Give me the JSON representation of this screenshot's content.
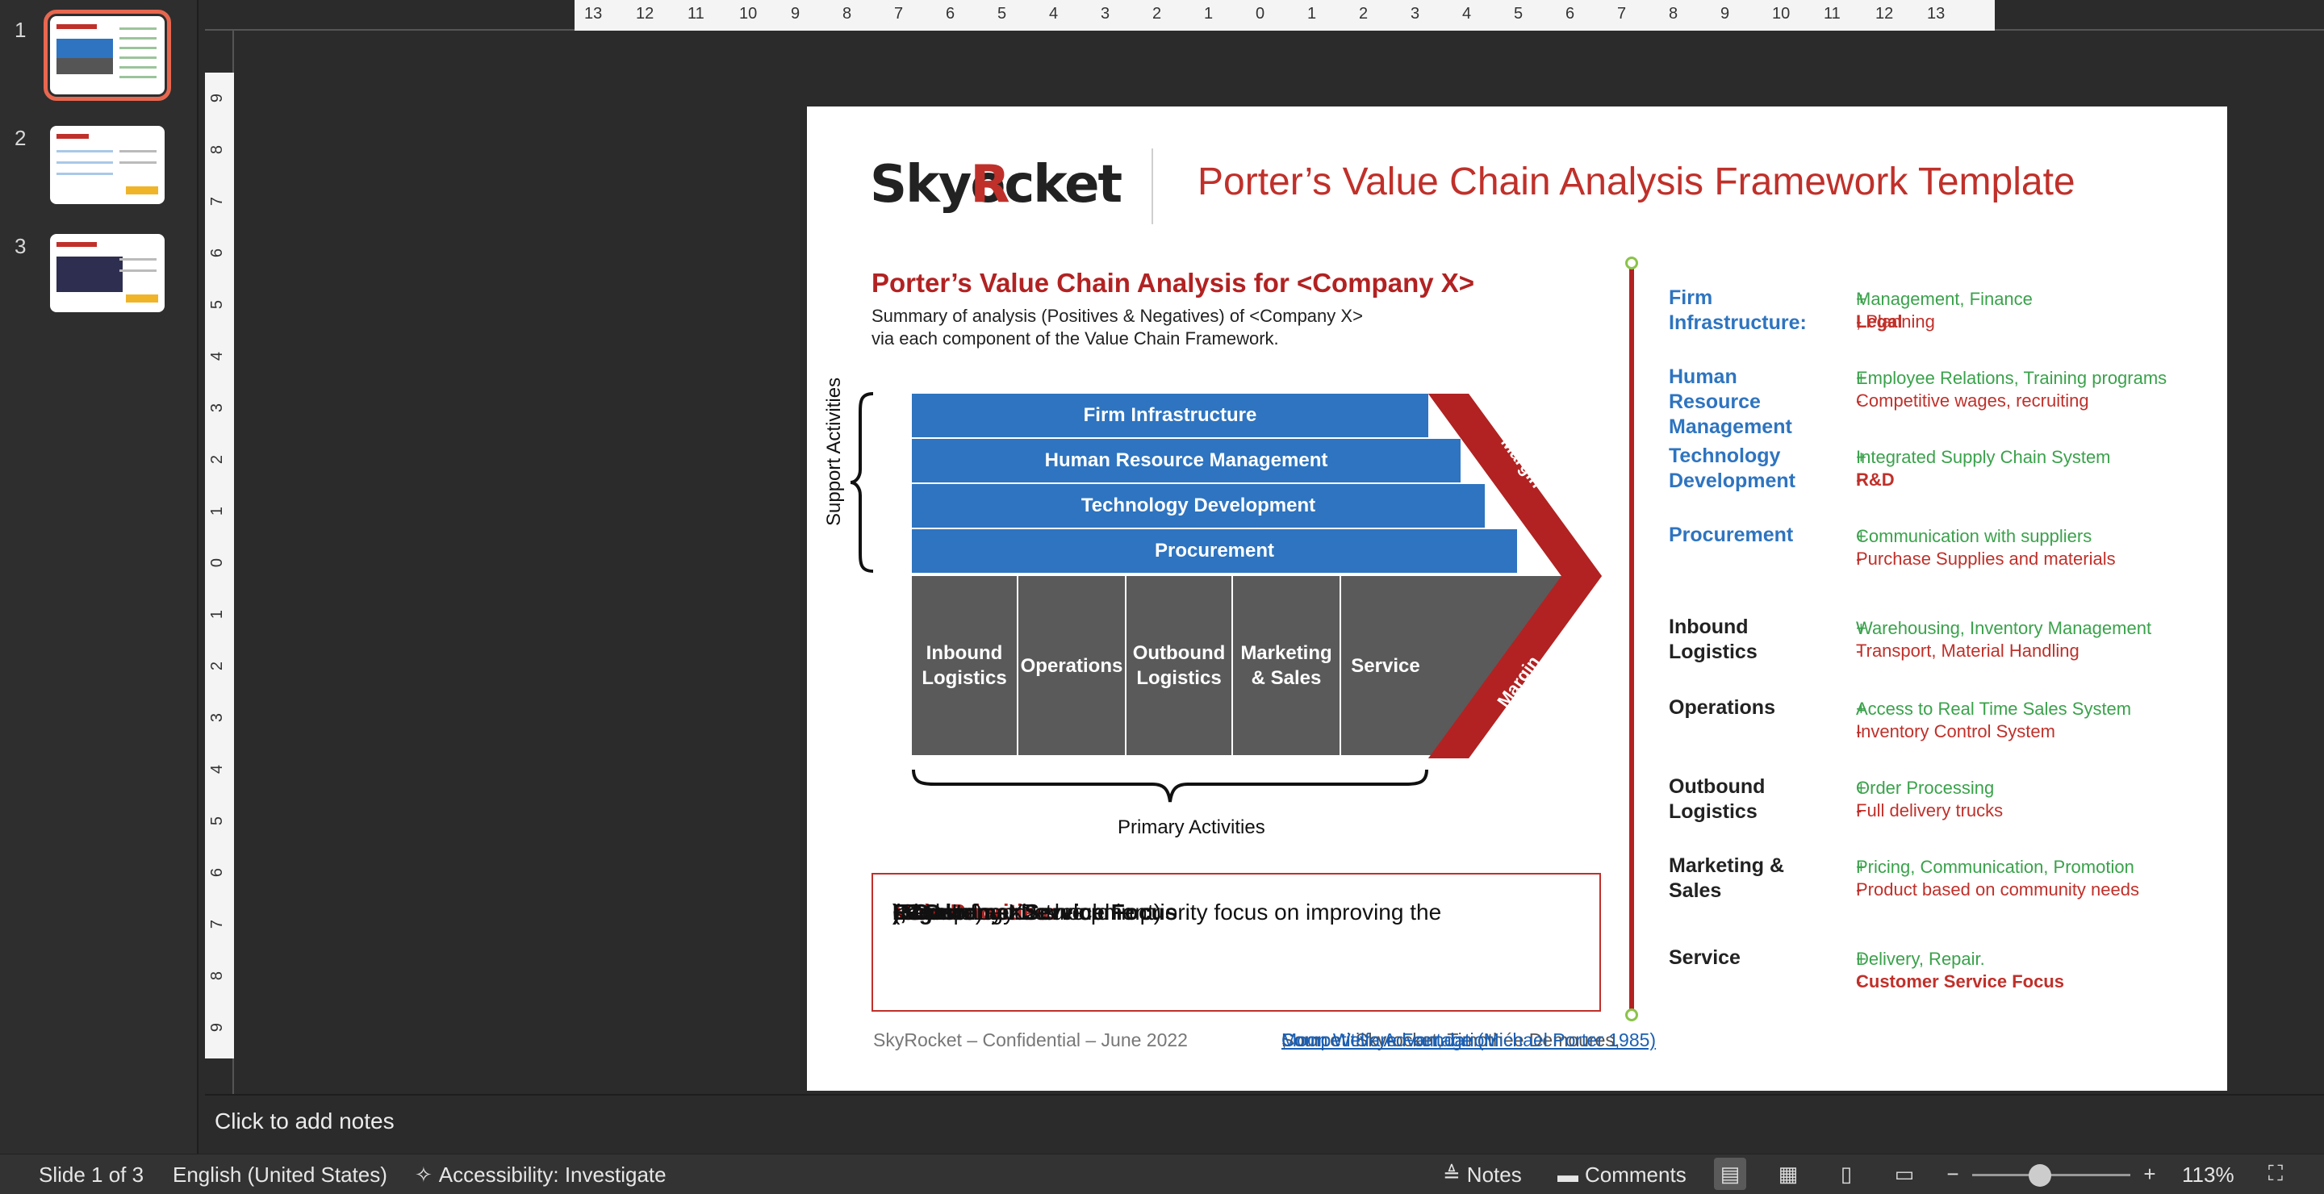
{
  "thumbnails": [
    {
      "number": "1"
    },
    {
      "number": "2"
    },
    {
      "number": "3"
    }
  ],
  "ruler": {
    "top_ticks": [
      "13",
      "12",
      "11",
      "10",
      "9",
      "8",
      "7",
      "6",
      "5",
      "4",
      "3",
      "2",
      "1",
      "0",
      "1",
      "2",
      "3",
      "4",
      "5",
      "6",
      "7",
      "8",
      "9",
      "10",
      "11",
      "12",
      "13"
    ],
    "left_ticks": [
      "9",
      "8",
      "7",
      "6",
      "5",
      "4",
      "3",
      "2",
      "1",
      "0",
      "1",
      "2",
      "3",
      "4",
      "5",
      "6",
      "7",
      "8",
      "9"
    ]
  },
  "slide": {
    "logo_text_pre": "Sky",
    "logo_text_r": "R",
    "logo_text_post": "ocket",
    "title": "Porter’s Value Chain Analysis Framework Template",
    "subtitle": "Porter’s Value Chain Analysis for <Company X>",
    "description_line1": "Summary of analysis (Positives & Negatives) of <Company X>",
    "description_line2": "via each component of the Value Chain Framework.",
    "support_bars": [
      "Firm Infrastructure",
      "Human Resource Management",
      "Technology Development",
      "Procurement"
    ],
    "primary_blocks": [
      {
        "line1": "Inbound",
        "line2": "Logistics"
      },
      {
        "line1": "Operations",
        "line2": ""
      },
      {
        "line1": "Outbound",
        "line2": "Logistics"
      },
      {
        "line1": "Marketing",
        "line2": "& Sales"
      },
      {
        "line1": "Service",
        "line2": ""
      }
    ],
    "margin_label": "Margin",
    "support_label": "Support Activities",
    "primary_label": "Primary Activities",
    "priorities": {
      "heading": "Main Priorities:",
      "t1": " <Company X> should in priority focus on improving the ",
      "b1": "Legal",
      "t2": " (Firm Infrastructure",
      "b2": "), Customer Service Focus",
      "t3": " (Service) and ",
      "b3": "R&D",
      "t4": " (Technology Development)"
    },
    "footer_left": "SkyRocket – Confidential – June 2022",
    "footer_source": "Source : Skyrocket, Timothée Demoures, ",
    "footer_link1": "Moon Welfare Foundation",
    "footer_sep": ", ",
    "footer_link2": "Competitive Advantage (Michael Porter 1985)",
    "analysis": [
      {
        "label": "Firm Infrastructure:",
        "color": "blue",
        "plus": "Management, Finance",
        "minus_bold": "Legal",
        "minus": ", Planning"
      },
      {
        "label": "Human Resource Management",
        "color": "blue",
        "plus": "Employee Relations, Training programs",
        "minus_bold": "",
        "minus": "Competitive wages, recruiting"
      },
      {
        "label": "Technology Development",
        "color": "blue",
        "plus": "Integrated Supply Chain System",
        "minus_bold": "R&D",
        "minus": ""
      },
      {
        "label": "Procurement",
        "color": "blue",
        "plus": "Communication with suppliers",
        "minus_bold": "",
        "minus": "Purchase Supplies and materials"
      },
      {
        "label": "Inbound Logistics",
        "color": "dark",
        "plus": "Warehousing, Inventory Management",
        "minus_bold": "",
        "minus": "Transport, Material Handling"
      },
      {
        "label": "Operations",
        "color": "dark",
        "plus": "Access to Real Time Sales System",
        "minus_bold": "",
        "minus": "Inventory Control System"
      },
      {
        "label": "Outbound Logistics",
        "color": "dark",
        "plus": "Order Processing",
        "minus_bold": "",
        "minus": "Full delivery trucks"
      },
      {
        "label": "Marketing & Sales",
        "color": "dark",
        "plus": "Pricing, Communication, Promotion",
        "minus_bold": "",
        "minus": "Product based on community needs"
      },
      {
        "label": "Service",
        "color": "dark",
        "plus": "Delivery, Repair.",
        "minus_bold": "Customer Service Focus",
        "minus": ""
      }
    ],
    "plus_sign": "+",
    "minus_sign": "-"
  },
  "notes_placeholder": "Click to add notes",
  "status": {
    "slide_info": "Slide 1 of 3",
    "language": "English (United States)",
    "accessibility": "Accessibility: Investigate",
    "notes": "Notes",
    "comments": "Comments",
    "zoom": "113%",
    "zoom_level_fraction": 0.43
  },
  "colors": {
    "accent_red": "#c0302a",
    "bar_blue": "#2e74c0",
    "primary_grey": "#5a5a5a",
    "plus_green": "#3aa24b"
  }
}
